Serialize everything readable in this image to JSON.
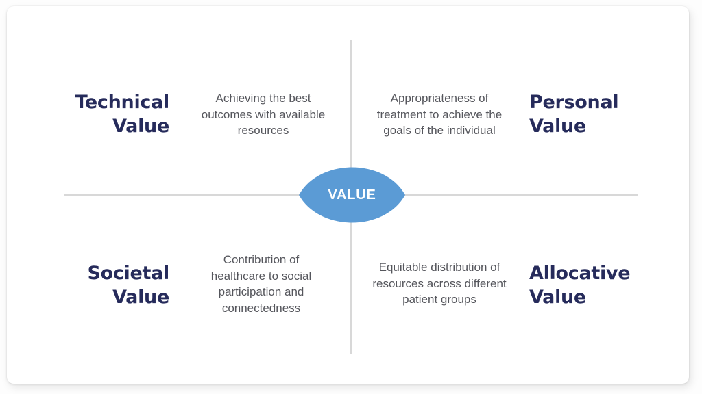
{
  "center": {
    "label": "VALUE",
    "shape": "eye-lens"
  },
  "quadrants": {
    "top_left": {
      "title": "Technical\nValue",
      "description": "Achieving the best\noutcomes with available\nresources"
    },
    "top_right": {
      "title": "Personal\nValue",
      "description": "Appropriateness of\ntreatment to achieve the\ngoals of the individual"
    },
    "bottom_left": {
      "title": "Societal\nValue",
      "description": "Contribution of\nhealthcare to social\nparticipation and\nconnectedness"
    },
    "bottom_right": {
      "title": "Allocative\nValue",
      "description": "Equitable distribution of\nresources across different\npatient groups"
    }
  },
  "colors": {
    "accent_blue": "#5b9bd5",
    "title_navy": "#262b5b",
    "description_gray": "#55565c",
    "axis_line_gray": "#d8d8d8",
    "center_label_white": "#ffffff"
  }
}
